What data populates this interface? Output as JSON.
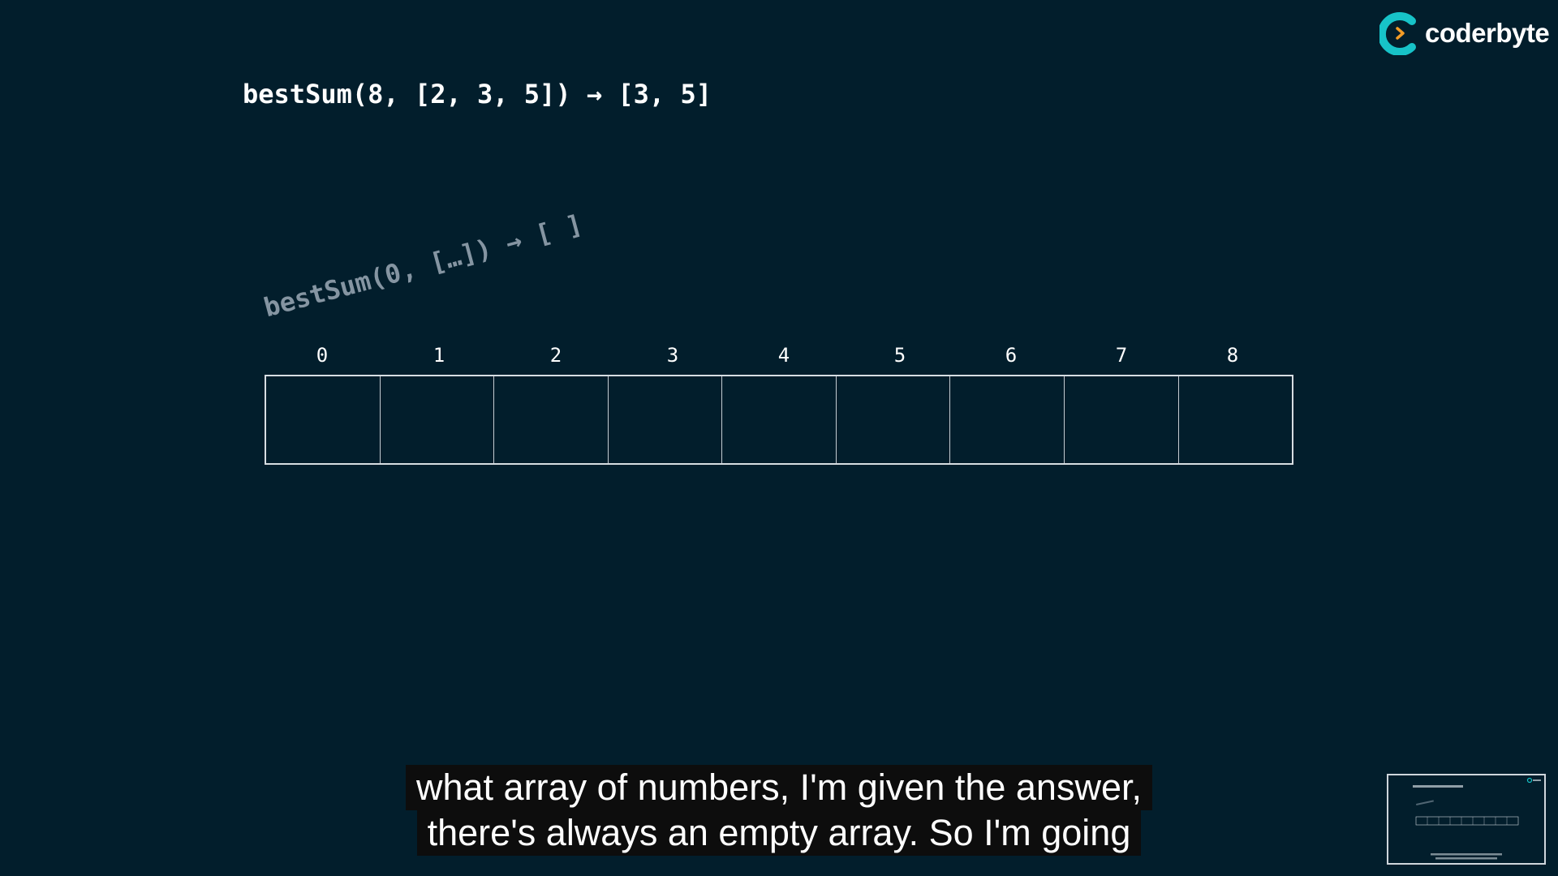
{
  "logo": {
    "text": "coderbyte"
  },
  "formula": {
    "main": "bestSum(8, [2, 3, 5]) → [3, 5]",
    "ghost": "bestSum(0, […]) → [ ]"
  },
  "table": {
    "indices": [
      "0",
      "1",
      "2",
      "3",
      "4",
      "5",
      "6",
      "7",
      "8"
    ]
  },
  "subtitles": {
    "line1": "what array of numbers, I'm given the answer,",
    "line2": "there's always an empty array. So I'm going"
  },
  "colors": {
    "background": "#021e2c",
    "accent": "#17c3c8",
    "ghost_text": "#8595a2"
  }
}
